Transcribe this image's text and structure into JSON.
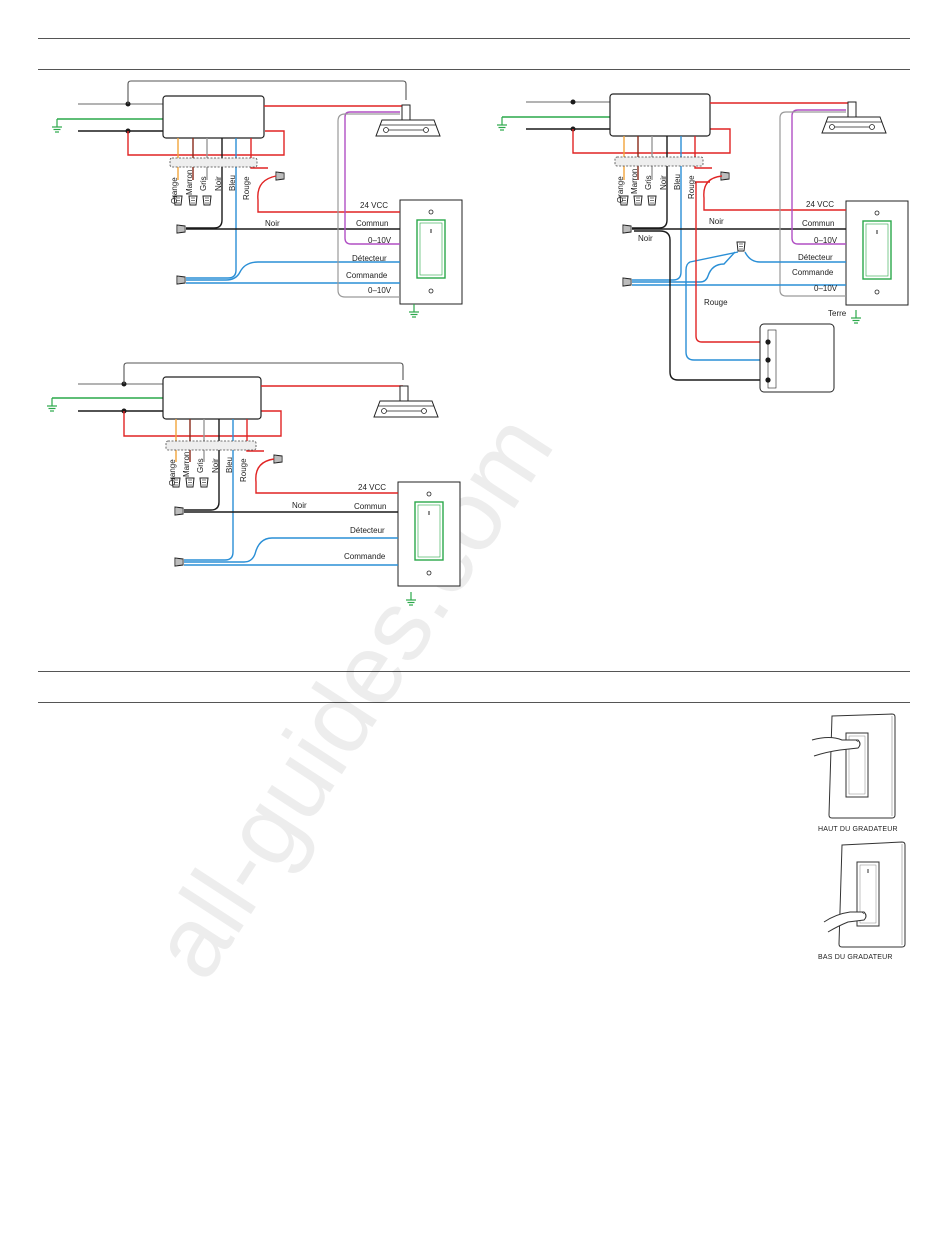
{
  "watermark": "all-guides.com",
  "wire_colors": {
    "orange": "#f2a43a",
    "maroon": "#8a2a1a",
    "gray": "#9a9a9a",
    "black": "#1a1a1a",
    "blue": "#2a8fd6",
    "red": "#e02424",
    "green": "#2aa84a",
    "violet": "#b04fc4"
  },
  "lead_labels": [
    "Orange",
    "Marron",
    "Gris",
    "Noir",
    "Bleu",
    "Rouge"
  ],
  "diagram_1": {
    "terminals": [
      "24 VCC",
      "Commun",
      "0–10V",
      "Détecteur",
      "Commande",
      "0–10V"
    ],
    "wire_label": "Noir"
  },
  "diagram_2": {
    "terminals": [
      "24 VCC",
      "Commun",
      "0–10V",
      "Détecteur",
      "Commande",
      "0–10V"
    ],
    "wire_label": "Noir",
    "wire_label_2": "Noir",
    "rouge_label": "Rouge",
    "ground_label": "Terre"
  },
  "diagram_3": {
    "terminals": [
      "24 VCC",
      "Commun",
      "Détecteur",
      "Commande"
    ],
    "wire_label": "Noir"
  },
  "illustrations": {
    "top_caption": "HAUT DU GRADATEUR",
    "bottom_caption": "BAS DU GRADATEUR"
  }
}
